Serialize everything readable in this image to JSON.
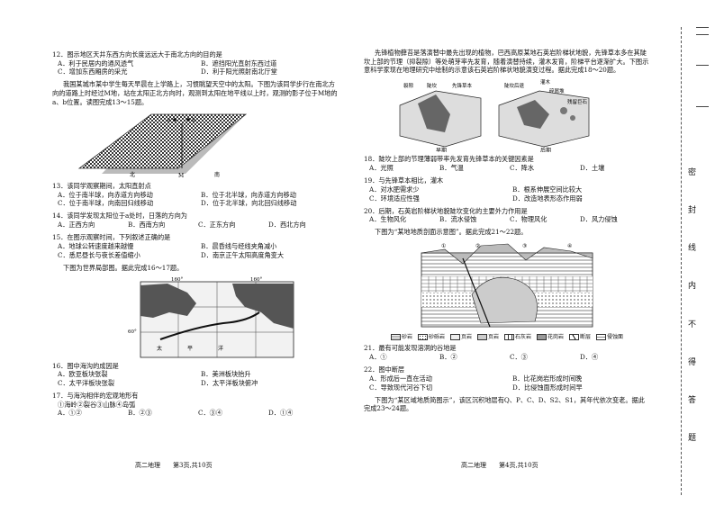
{
  "left": {
    "q12": {
      "stem": "12．图示地区天井东西方向长度远远大于南北方向的目的是",
      "opts": [
        "A．利于民居内的通风透气",
        "B．遮挡阳光直射东西过道",
        "C．增加东西厢房的采光",
        "D．利于阳光照射南北厅堂"
      ]
    },
    "intro13": "我国某城市某中学生每天早晨在上学路上，习惯眺望天空中的太阳。下图为该同学步行在南北方向的道路上时经过M地，站在太阳正北方向时，观测到太阳在地平线以上时，观测的影子位于M地的a、b位置。读图完成13～15题。",
    "fig1": {
      "sky": "天空",
      "a": "a",
      "b": "b",
      "north": "北",
      "m": "M",
      "south": "南"
    },
    "q13": {
      "stem": "13．该同学观察期间，太阳直射点",
      "opts": [
        "A．位于南半球，向赤道方向移动",
        "B．位于北半球，向赤道方向移动",
        "C．位于南半球，向南回归线移动",
        "D．位于北半球，向北回归线移动"
      ]
    },
    "q14": {
      "stem": "14．该同学发现太阳位于a处时，日落的方向为",
      "opts": [
        "A．正西方向",
        "B．西南方向",
        "C．正东方向",
        "D．西北方向"
      ]
    },
    "q15": {
      "stem": "15．在图示观察时间，下列叙述正确的是",
      "opts": [
        "A．地球公转速度越来越慢",
        "B．晨昏线与经线夹角减小",
        "C．悉尼昼长与夜长差值缩小",
        "D．南京正午太阳高度角变大"
      ]
    },
    "intro16": "下图为世界局部图。据此完成16～17题。",
    "fig2": {
      "lon1": "160°",
      "lon2": "160°",
      "lat": "60°",
      "label1": "太",
      "label2": "平",
      "label3": "洋"
    },
    "q16": {
      "stem": "16．图中海沟的成因是",
      "opts": [
        "A．欧亚板块张裂",
        "B．美洲板块抬升",
        "C．太平洋板块张裂",
        "D．太平洋板块俯冲"
      ]
    },
    "q17": {
      "stem": "17．与海沟相伴的宏观地形有",
      "line": "①海岭②裂谷③山脉④岛弧",
      "opts": [
        "A．①②",
        "B．②③",
        "C．③④",
        "D．①④"
      ]
    },
    "footer": "高二地理　　第3页,共10页"
  },
  "right": {
    "intro18": "先锋植物藓苔是落演替中最先出现的植物，巴西高原某地石英岩阶梯状地貌，先锋草本多在其陡坎上部的节理（抑裂隙）等处萌芽率先发育，随着演替持续，灌木发育，阶梯平台逐渐扩大。下图示意科学家现在地理研究中绘制的示意该石英岩阶梯状地貌演变过程。据此完成18～20题。",
    "fig3": {
      "cliff": "裂隙",
      "scarp": "陡坎",
      "pioneer": "先锋草本",
      "remain": "陡坎后退",
      "shrub": "灌木",
      "debris": "碎屑堆",
      "residual": "残留巨石",
      "early": "早期",
      "late": "后期"
    },
    "q18": {
      "stem": "18．陡坎上部的节理薄弱带率先发育先锋草本的关键因素是",
      "opts": [
        "A．光照",
        "B．气温",
        "C．降水",
        "D．土壤"
      ]
    },
    "q19": {
      "stem": "19．与先锋草本相比，灌木",
      "opts": [
        "A．对水肥需求少",
        "B．根系伸展空间比较大",
        "C．环境适应性强",
        "D．改造地表形态作用弱"
      ]
    },
    "q20": {
      "stem": "20．后期，石英岩阶梯状地貌陡坎变化的主要外力作用是",
      "opts": [
        "A．生物风化",
        "B．流水侵蚀",
        "C．物理风化",
        "D．风力侵蚀"
      ]
    },
    "intro21": "下图为“某地地质剖面示意图”。据此完成21～22题。",
    "fig4": {
      "n1": "①",
      "n2": "②",
      "n3": "③",
      "n4": "④",
      "legend": [
        "砂岩",
        "砂砾岩",
        "页岩",
        "页岩",
        "石灰岩",
        "花岗岩",
        "断层",
        "侵蚀面"
      ]
    },
    "q21": {
      "stem": "21．最有可能发现溶洞的谷地是",
      "opts": [
        "A．①",
        "B．②",
        "C．③",
        "D．④"
      ]
    },
    "q22": {
      "stem": "22．图中断层",
      "opts": [
        "A．形成后一直在活动",
        "B．比花岗岩形成时间晚",
        "C．导致现代河谷下切",
        "D．比侵蚀面形成时间早"
      ]
    },
    "intro23": "下图为“某区域地质简图示”，该区沉积地层有Q、P、C、D、S2、S1，其年代依次变老。据此完成23～24题。",
    "footer": "高二地理　　第4页,共10页"
  },
  "binding": [
    "密",
    "封",
    "线",
    "内",
    "不",
    "得",
    "答",
    "题"
  ]
}
